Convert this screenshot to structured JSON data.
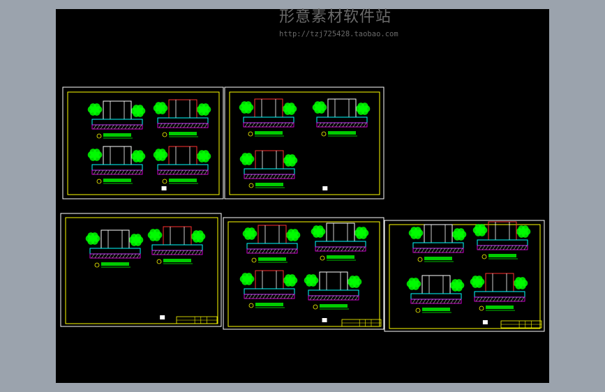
{
  "watermark": {
    "title": "形意素材软件站",
    "url": "http://tzj725428.taobao.com"
  },
  "colors": {
    "background": "#9ba3ad",
    "canvas": "#000000",
    "frame": "#ffff00",
    "outer_frame": "#ffffff",
    "foliage": "#00ff00",
    "wall": "#ff3030",
    "detail": "#ffffff",
    "water": "#00ffff",
    "accent": "#ff00ff",
    "label": "#00ff00"
  },
  "sheets": [
    {
      "id": "sheet-1",
      "details": 4,
      "title_block": false
    },
    {
      "id": "sheet-2",
      "details": 3,
      "title_block": false
    },
    {
      "id": "sheet-3",
      "details": 2,
      "title_block": true
    },
    {
      "id": "sheet-4",
      "details": 4,
      "title_block": true
    },
    {
      "id": "sheet-5",
      "details": 4,
      "title_block": true
    }
  ]
}
